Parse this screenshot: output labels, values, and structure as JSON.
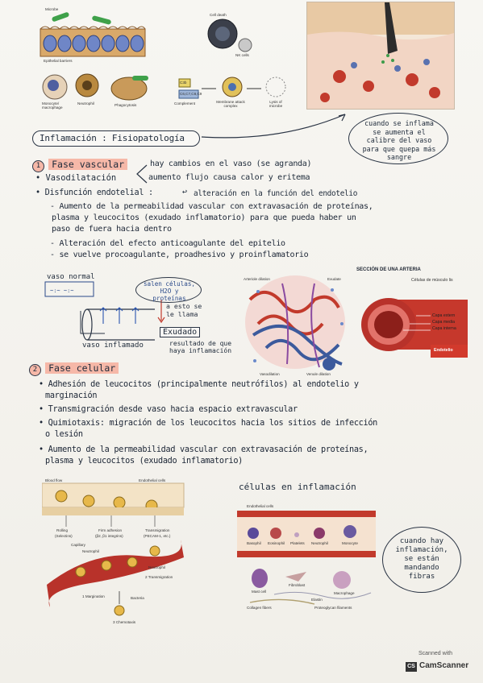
{
  "top_figure": {
    "labels": [
      "Microbe",
      "Epithelial barriers",
      "Cell death",
      "NK cells",
      "Monocyte/ macrophage",
      "Neutrophil",
      "Phagocytosis",
      "Complement",
      "Membrane attack complex",
      "Lysis of microbe",
      "C3b",
      "C6,C7,C8,C9"
    ]
  },
  "title_box": "Inflamación : Fisiopatología",
  "top_bubble": "cuando se inflama se aumenta el calibre del vaso para que quepa más sangre",
  "phase1": {
    "number": "1",
    "title": "Fase vascular",
    "brace_top": "hay cambios en el vaso (se agranda)",
    "vaso": "Vasodilatación",
    "brace_bottom": "aumento flujo causa calor y eritema",
    "disf": "Disfunción endotelial :",
    "disf_note": "alteración en la función del endotelio",
    "sub1_a": "Aumento de la permeabilidad vascular con extravasación de proteínas,",
    "sub1_b": "plasma y leucocitos (exudado inflamatorio) para que pueda haber un",
    "sub1_c": "paso de fuera hacia dentro",
    "sub2": "Alteración del efecto anticoagulante del epitelio",
    "sub3": "se vuelve procoagulante, proadhesivo y proinflamatorio"
  },
  "vessel_sketch": {
    "normal": "vaso normal",
    "inflamed": "vaso inflamado",
    "bubble": "salen células, H2O y proteínas",
    "arrow_note": "a esto se le llama",
    "exudado": "Exudado",
    "exudado_note": "resultado de que haya inflamación"
  },
  "capillary_figure": {
    "labels": [
      "Arteriole dilation",
      "Exudate",
      "Vasodilation",
      "Venule dilation"
    ]
  },
  "artery_figure": {
    "title": "SECCIÓN DE UNA ARTERIA",
    "labels": [
      "Células de músculo lis",
      "Capa extern",
      "Capa media",
      "Capa interna",
      "Endotelio"
    ]
  },
  "phase2": {
    "number": "2",
    "title": "Fase celular",
    "b1_a": "Adhesión de leucocitos (principalmente neutrófilos) al endotelio y",
    "b1_b": "marginación",
    "b2": "Transmigración desde vaso hacia espacio extravascular",
    "b3_a": "Quimiotaxis: migración de los leucocitos hacia los sitios de infección",
    "b3_b": "o lesión",
    "b4_a": "Aumento de la permeabilidad vascular con extravasación de proteínas,",
    "b4_b": "plasma y leucocitos (exudado inflamatorio)"
  },
  "bottom_left_figure": {
    "labels": [
      "Blood flow",
      "Endothelial cells",
      "Rolling",
      "Firm adhesion",
      "Transmigration",
      "(Selectins)",
      "(β2, β1 integrins)",
      "(PECAM-1, etc.)",
      "Capillary",
      "Neutrophil",
      "Neutrophil",
      "Transmigration",
      "Margination",
      "Bacteria",
      "Chemotaxis"
    ],
    "step_numbers": [
      "1",
      "2",
      "3"
    ]
  },
  "cells_heading": "células en inflamación",
  "cells_figure": {
    "labels": [
      "Endothelial cells",
      "Basophil",
      "Eosinophil",
      "Platelets",
      "Neutrophil",
      "Monocyte",
      "Mast cell",
      "Fibroblast",
      "Elastin",
      "Macrophage",
      "Collagen fibers",
      "Proteoglycan filaments"
    ]
  },
  "bottom_bubble": "cuando hay inflamación, se están mandando fibras",
  "scanner": {
    "line1": "Scanned with",
    "brand": "CamScanner",
    "logo": "CS"
  },
  "colors": {
    "highlight": "#f6b8a8",
    "ink": "#1e2a3a",
    "vessel_red": "#c23a2c",
    "vessel_blue": "#3c5a9c"
  }
}
